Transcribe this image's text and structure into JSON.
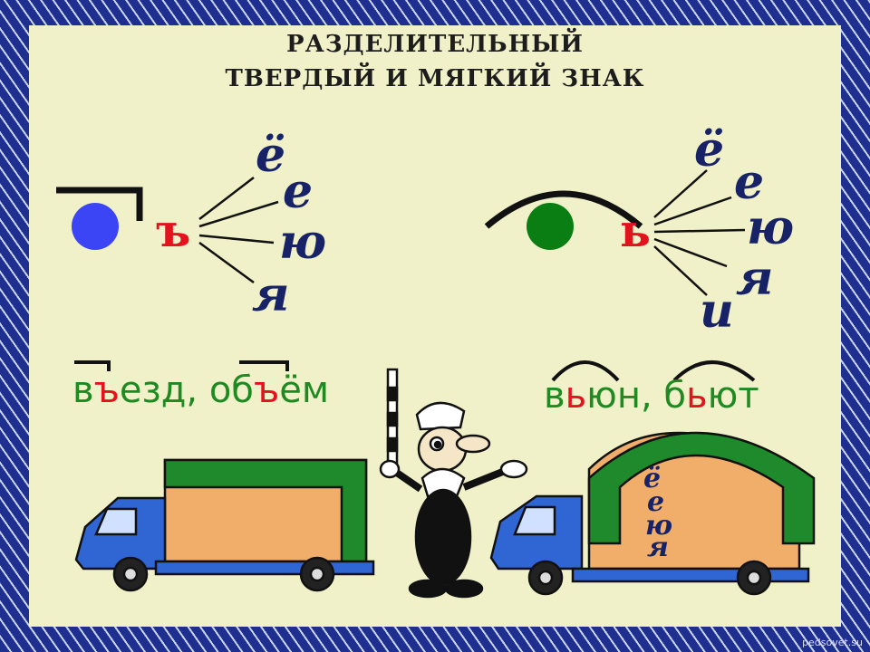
{
  "title": {
    "line1": "РАЗДЕЛИТЕЛЬНЫЙ",
    "line2": "ТВЕРДЫЙ И МЯГКИЙ ЗНАК"
  },
  "hard_sign": {
    "sign": "ъ",
    "letters": [
      "ё",
      "е",
      "ю",
      "я"
    ],
    "circle_color": "#3b45f5",
    "words": {
      "w1_a": "в",
      "w1_sign": "ъ",
      "w1_b": "езд, ",
      "w2_a": "об",
      "w2_sign": "ъ",
      "w2_b": "ём"
    }
  },
  "soft_sign": {
    "sign": "ь",
    "letters": [
      "ё",
      "е",
      "ю",
      "я",
      "и"
    ],
    "circle_color": "#0a7e12",
    "words": {
      "w1_a": "в",
      "w1_sign": "ь",
      "w1_b": "юн, ",
      "w2_a": "б",
      "w2_sign": "ь",
      "w2_b": "ют"
    }
  },
  "truck_cargo_letters": [
    "ё",
    "е",
    "ю",
    "я"
  ],
  "colors": {
    "text_green": "#1f8a22",
    "accent_red": "#e3131d",
    "letter_navy": "#172366",
    "truck_blue": "#2f66d4",
    "cargo_orange": "#f0ae6a",
    "cargo_green": "#1f8a2c"
  },
  "watermark": "pedsovet.su"
}
